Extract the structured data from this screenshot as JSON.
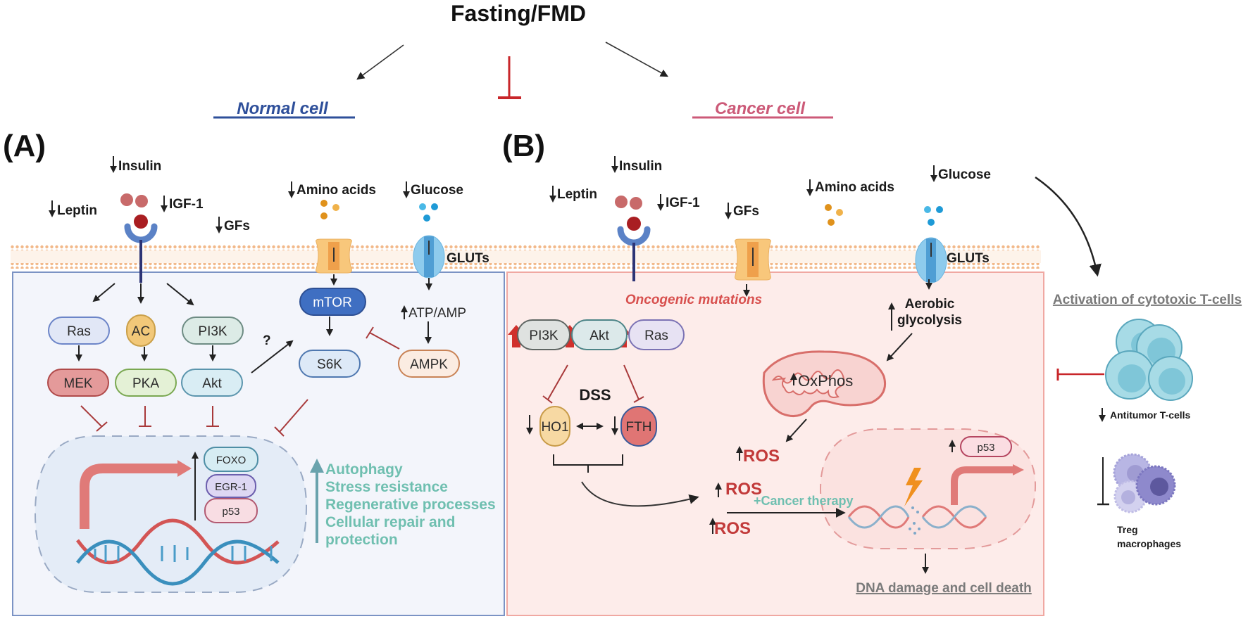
{
  "title": "Fasting/FMD",
  "colors": {
    "normal_accent": "#2e4f9a",
    "cancel_accent": "#cc5a78",
    "inhibit_red": "#b83b3b",
    "teal_text": "#6fbfb0",
    "ros_red": "#c23a3a",
    "normal_bg": "#f3f5fb",
    "cancer_bg": "#fdecea"
  },
  "normal": {
    "header": "Normal cell",
    "panel_label": "(A)",
    "inputs": {
      "insulin": "Insulin",
      "leptin": "Leptin",
      "igf1": "IGF-1",
      "gfs": "GFs",
      "amino_acids": "Amino acids",
      "glucose": "Glucose"
    },
    "gluts": "GLUTs",
    "nodes": {
      "ras": "Ras",
      "ac": "AC",
      "pi3k": "PI3K",
      "mek": "MEK",
      "pka": "PKA",
      "akt": "Akt",
      "mtor": "mTOR",
      "s6k": "S6K",
      "ampk": "AMPK",
      "atp_amp": "ATP/AMP",
      "question": "?"
    },
    "nucleus_factors": [
      "FOXO",
      "EGR-1",
      "p53"
    ],
    "outcomes": [
      "Autophagy",
      "Stress resistance",
      "Regenerative processes",
      "Cellular repair and",
      "protection"
    ]
  },
  "cancer": {
    "header": "Cancer cell",
    "panel_label": "(B)",
    "inputs": {
      "insulin": "Insulin",
      "leptin": "Leptin",
      "igf1": "IGF-1",
      "gfs": "GFs",
      "amino_acids": "Amino acids",
      "glucose": "Glucose"
    },
    "gluts": "GLUTs",
    "oncogenic_label": "Oncogenic mutations",
    "nodes": {
      "pi3k": "PI3K",
      "akt": "Akt",
      "ras": "Ras",
      "dss": "DSS",
      "ho1": "HO1",
      "fth": "FTH",
      "aerobic": "Aerobic",
      "glycolysis": "glycolysis",
      "oxphos": "OxPhos",
      "p53": "p53"
    },
    "ros_labels": [
      "ROS",
      "ROS",
      "ROS"
    ],
    "therapy": "+Cancer therapy",
    "dna_damage": "DNA damage and cell death"
  },
  "immune": {
    "activation": "Activation of cytotoxic T-cells",
    "antitumor": "Antitumor T-cells",
    "treg_line1": "Treg",
    "treg_line2": "macrophages"
  }
}
